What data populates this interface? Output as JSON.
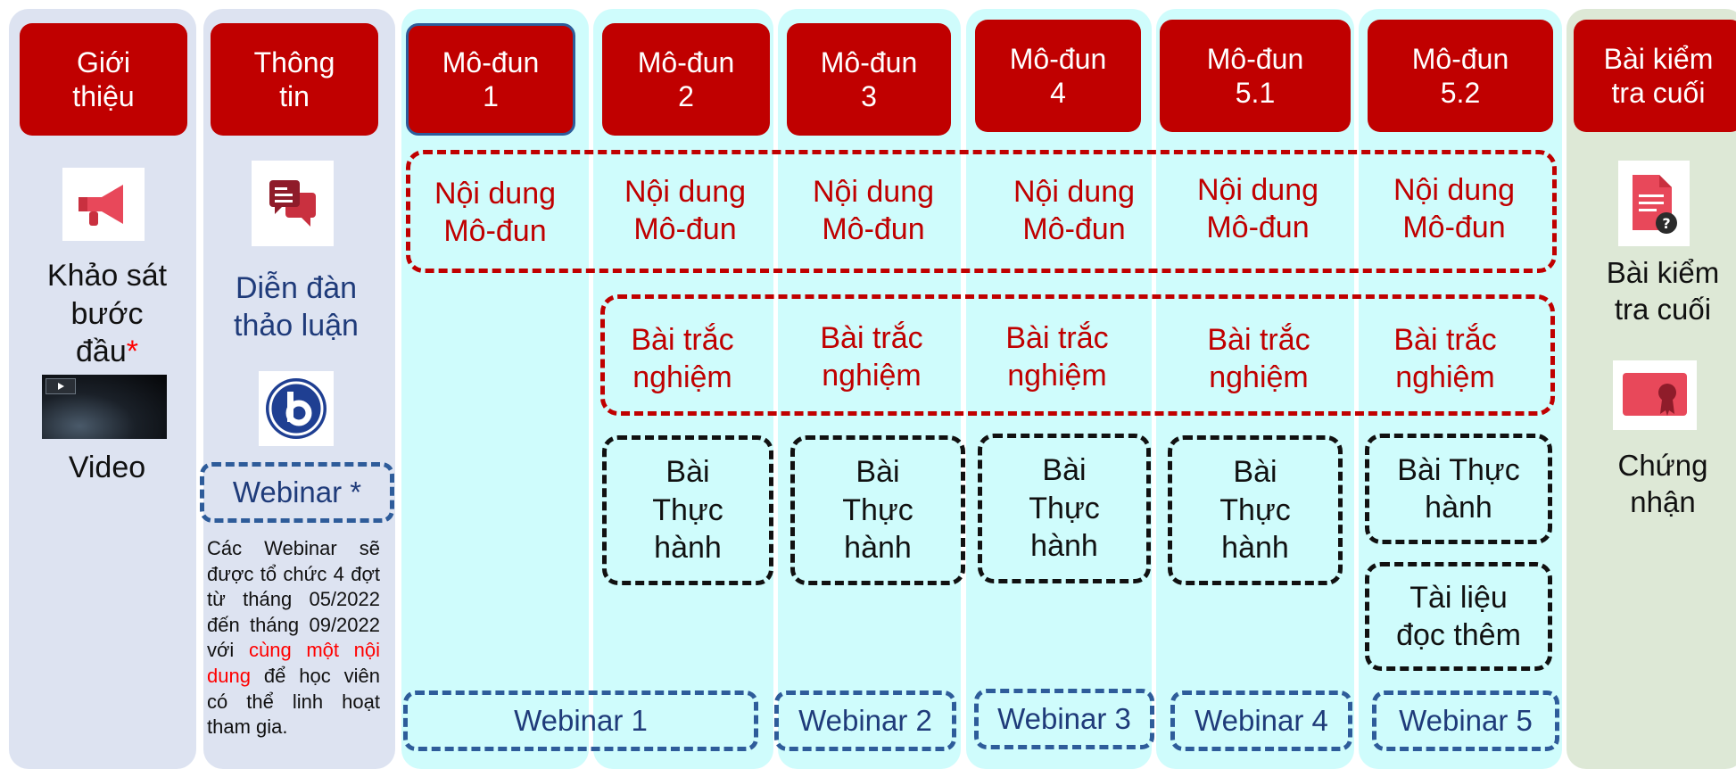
{
  "colors": {
    "header_red": "#c00000",
    "intro_bg": "#dde3f1",
    "module_bg": "#cffcfc",
    "final_bg": "#dde8d6",
    "webinar_blue": "#2e5c9a",
    "text_red": "#c00000",
    "text_navy": "#1f3b7a",
    "highlight_red": "#ff0000"
  },
  "columns": {
    "intro": {
      "header": "Giới\nthiệu",
      "survey_label": "Khảo sát\nbước\nđầu",
      "survey_asterisk": "*",
      "video_label": "Video",
      "survey_icon": "megaphone-icon",
      "video_icon": "video-thumbnail-icon"
    },
    "info": {
      "header": "Thông\ntin",
      "forum_label": "Diễn đàn\nthảo luận",
      "forum_icon": "chat-icon",
      "bbb_icon": "bigbluebutton-icon",
      "webinar_label": "Webinar *",
      "webinar_note_prefix": "Các Webinar sẽ được tổ chức 4 đợt từ tháng 05/2022 đến tháng 09/2022 với ",
      "webinar_note_highlight": "cùng một nội dung",
      "webinar_note_suffix": " để học viên có thể linh hoạt tham gia."
    },
    "modules": [
      {
        "header": "Mô-đun\n1",
        "content": "Nội dung\nMô-đun",
        "quiz": "",
        "practice": "",
        "webinar": "Webinar 1"
      },
      {
        "header": "Mô-đun\n2",
        "content": "Nội dung\nMô-đun",
        "quiz": "Bài trắc\nnghiệm",
        "practice": "Bài\nThực\nhành",
        "webinar": ""
      },
      {
        "header": "Mô-đun\n3",
        "content": "Nội dung\nMô-đun",
        "quiz": "Bài trắc\nnghiệm",
        "practice": "Bài\nThực\nhành",
        "webinar": "Webinar 2"
      },
      {
        "header": "Mô-đun\n4",
        "content": "Nội dung\nMô-đun",
        "quiz": "Bài trắc\nnghiệm",
        "practice": "Bài\nThực\nhành",
        "webinar": "Webinar 3"
      },
      {
        "header": "Mô-đun\n5.1",
        "content": "Nội dung\nMô-đun",
        "quiz": "Bài trắc\nnghiệm",
        "practice": "Bài\nThực\nhành",
        "webinar": "Webinar 4"
      },
      {
        "header": "Mô-đun\n5.2",
        "content": "Nội dung\nMô-đun",
        "quiz": "Bài trắc\nnghiệm",
        "practice": "Bài Thực\nhành",
        "reading": "Tài liệu\nđọc thêm",
        "webinar": "Webinar 5"
      }
    ],
    "final": {
      "header": "Bài kiểm\ntra cuối",
      "test_label": "Bài kiểm\ntra cuối",
      "test_icon": "document-question-icon",
      "certificate_label": "Chứng\nnhận",
      "certificate_icon": "certificate-icon"
    }
  }
}
